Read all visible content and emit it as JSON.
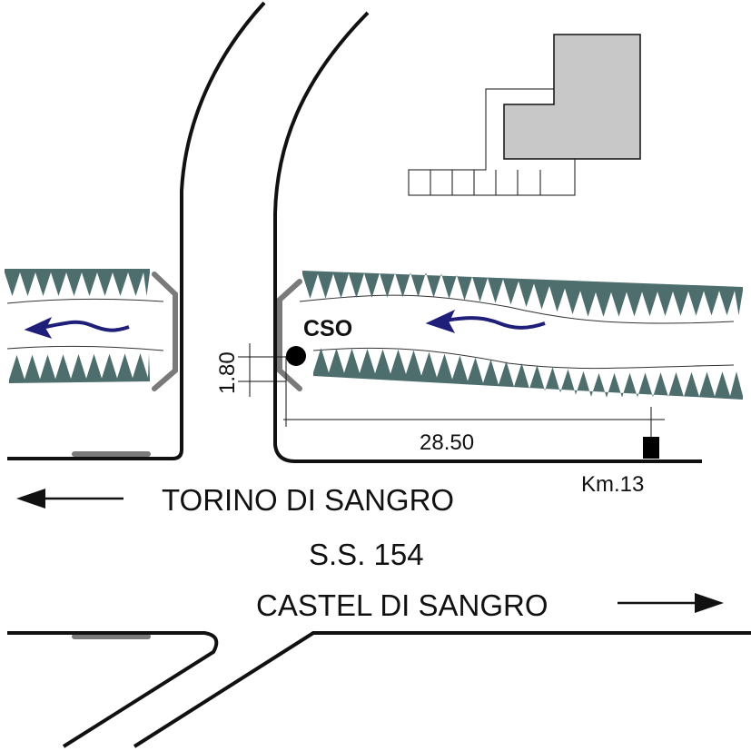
{
  "map": {
    "station_label": "CSO",
    "dimension_vertical": "1.80",
    "dimension_horizontal": "28.50",
    "km_marker": "Km.13",
    "direction_left": "TORINO DI SANGRO",
    "road_name": "S.S. 154",
    "direction_right": "CASTEL DI SANGRO"
  },
  "colors": {
    "vegetation": "#4e6e6e",
    "flow_arrow": "#1f1f7a",
    "building": "#c8c8c8",
    "guardrail": "#7a7a7a",
    "line": "#111111"
  },
  "icons": {
    "flow": "wavy-arrow-left",
    "direction_left": "arrow-left",
    "direction_right": "arrow-right",
    "station": "filled-circle",
    "km_post": "filled-square"
  }
}
